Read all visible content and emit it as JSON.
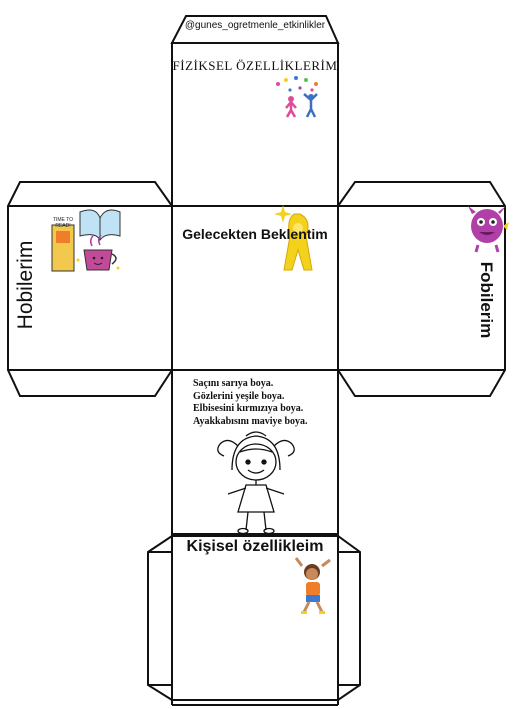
{
  "credit_handle": "@gunes_ogretmenle_etkinlikler",
  "faces": {
    "top_title": "FİZİKSEL ÖZELLİKLERİM",
    "center_title": "Gelecekten Beklentim",
    "left_title": "Hobilerim",
    "right_title": "Fobilerim",
    "bottom_title": "Kişisel özellikleim"
  },
  "instructions": [
    "Saçını sarıya boya.",
    "Gözlerini yeşile boya.",
    "Elbisesini kırmızıya boya.",
    "Ayakkabısını maviye boya."
  ],
  "colors": {
    "line": "#111111",
    "accent_yellow": "#f2d21c",
    "accent_purple": "#b13fa8",
    "accent_pink": "#e04a9a",
    "accent_orange": "#f07d2a"
  },
  "icons": [
    "people-celebrate-icon",
    "book-and-cup-icon",
    "trophy-figure-icon",
    "monster-icon",
    "kid-jumping-icon",
    "coloring-girl-icon"
  ]
}
